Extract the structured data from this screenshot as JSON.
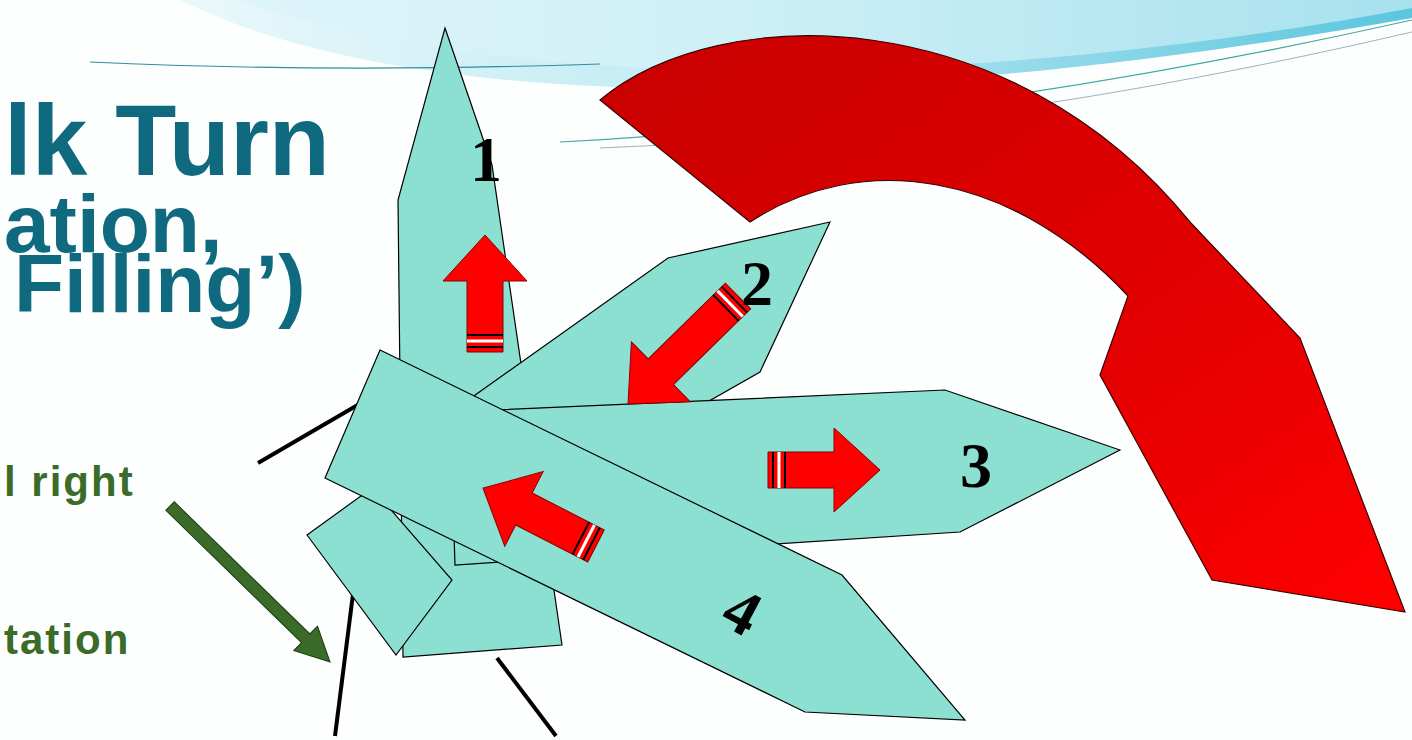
{
  "diagram": {
    "title": "lk Turn",
    "labels": [
      "ation,",
      "Filling’)",
      "l right",
      "tation",
      "1",
      "2",
      "3",
      "4"
    ]
  }
}
